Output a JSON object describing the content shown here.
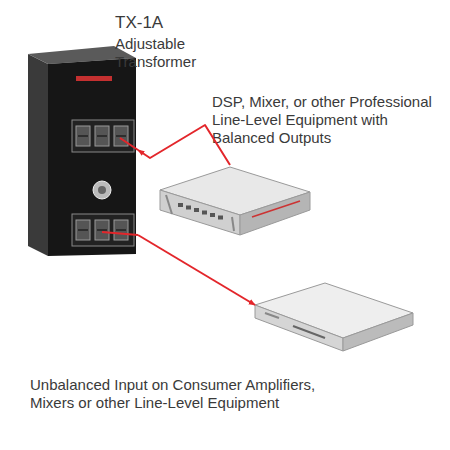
{
  "diagram": {
    "nodes": [
      {
        "text": [
          "TX-1A",
          "Adjustable Transformer"
        ]
      },
      {
        "text": [
          "DSP, Mixer, or other Professional Line-Level Equipment with Balanced Outputs"
        ]
      },
      {
        "text": [
          "Unbalanced Input on Consumer Amplifiers, Mixers or other Line-Level Equipment"
        ]
      }
    ],
    "edges": [
      {
        "from": 1,
        "to": 0,
        "arrow": "to"
      },
      {
        "from": 0,
        "to": 2,
        "arrow": "to"
      }
    ]
  }
}
